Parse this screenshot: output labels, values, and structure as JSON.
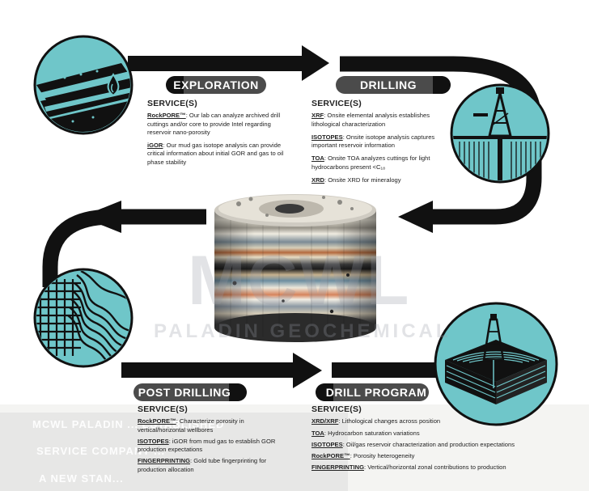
{
  "stages": {
    "exploration": {
      "title": "EXPLORATION",
      "service_heading": "SERVICE(S)",
      "items": [
        {
          "term": "RockPORE™",
          "text": ": Our lab can analyze archived drill cuttings and/or core to provide Intel regarding reservoir nano-porosity"
        },
        {
          "term": "iGOR",
          "text": ": Our mud gas isotope analysis can provide critical information about initial GOR and gas to oil phase stability"
        }
      ]
    },
    "drilling": {
      "title": "DRILLING",
      "service_heading": "SERVICE(S)",
      "items": [
        {
          "term": "XRF",
          "text": ": Onsite elemental analysis establishes lithological characterization"
        },
        {
          "term": "ISOTOPES",
          "text": ": Onsite isotope analysis captures important reservoir information"
        },
        {
          "term": "TOA",
          "text": ": Onsite TOA analyzes cuttings for light hydrocarbons present <C₁₈"
        },
        {
          "term": "XRD",
          "text": ": Onsite XRD for mineralogy"
        }
      ]
    },
    "post_drilling": {
      "title": "POST DRILLING",
      "service_heading": "SERVICE(S)",
      "items": [
        {
          "term": "RockPORE™",
          "text": ": Characterize porosity in vertical/horizontal wellbores"
        },
        {
          "term": "ISOTOPES",
          "text": ": iGOR from mud gas to establish GOR production expectations"
        },
        {
          "term": "FINGERPRINTING",
          "text": ": Gold tube fingerprinting for production allocation"
        }
      ]
    },
    "drill_program": {
      "title": "DRILL PROGRAM",
      "service_heading": "SERVICE(S)",
      "items": [
        {
          "term": "XRD/XRF",
          "text": ": Lithological changes across position"
        },
        {
          "term": "TOA",
          "text": ": Hydrocarbon saturation variations"
        },
        {
          "term": "ISOTOPES",
          "text": ": Oil/gas reservoir characterization and production expectations"
        },
        {
          "term": "RockPORE™",
          "text": ": Porosity heterogeneity"
        },
        {
          "term": "FINGERPRINTING",
          "text": ": Vertical/horizontal zonal contributions to production"
        }
      ]
    }
  },
  "watermark": {
    "logo": "MCWL",
    "subtitle": "PALADIN GEOCHEMICAL"
  },
  "faded_banner": {
    "line1": "MCWL PALADIN ... ESTABLISHED",
    "line2": "SERVICE COMPANY ...",
    "line3": "A NEW STAN..."
  },
  "colors": {
    "accent_teal": "#6fc6c9",
    "arrow": "#111111",
    "pill_bg": "#4b4b4b",
    "pill_cap": "#111111"
  },
  "icons": {
    "exploration": "rock-strata-oil-drop-icon",
    "drilling": "drilling-rig-icon",
    "post_drilling": "grid-wave-layers-icon",
    "drill_program": "derrick-on-layers-icon",
    "center": "core-sample-cylinder"
  }
}
